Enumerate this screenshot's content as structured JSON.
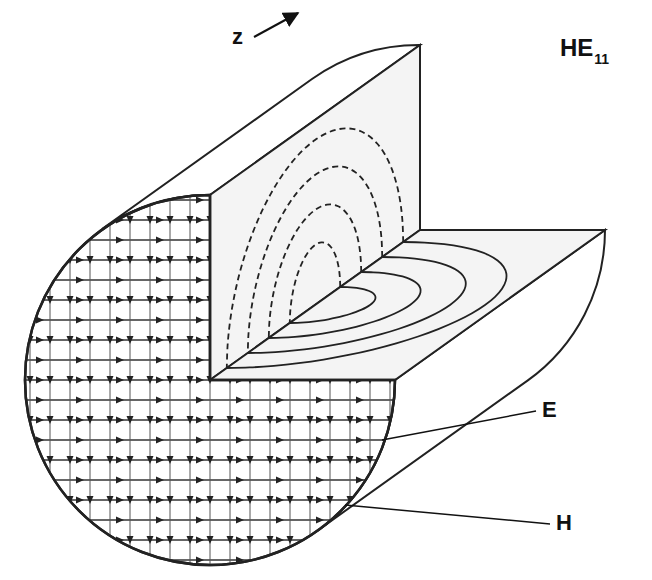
{
  "diagram": {
    "labels": [
      "z",
      "HE",
      "11",
      "E",
      "H"
    ]
  }
}
